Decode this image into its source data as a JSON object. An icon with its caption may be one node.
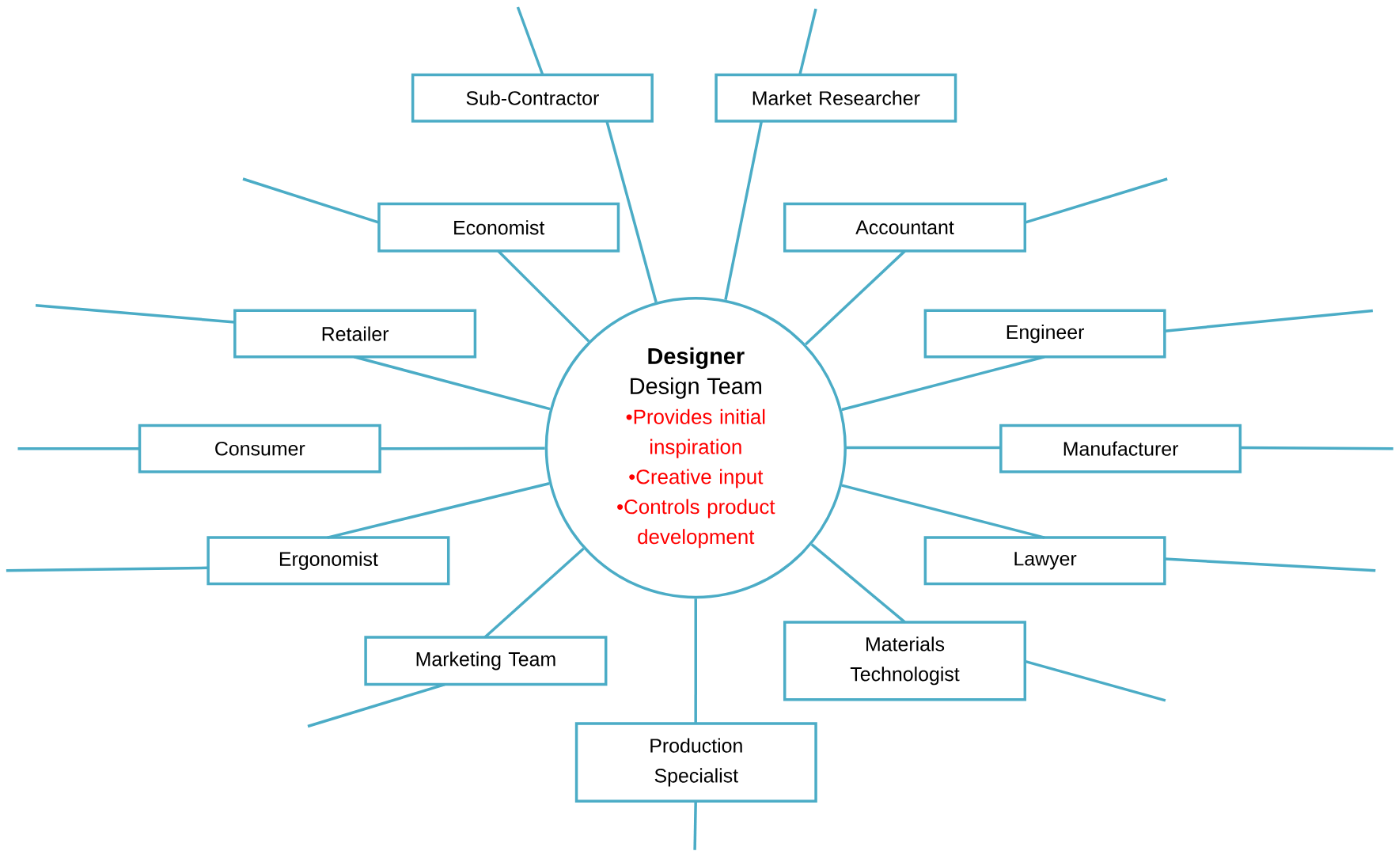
{
  "diagram": {
    "nodes": [
      {
        "text": [
          "Designer",
          "Design Team",
          "•Provides initial inspiration",
          "•Creative input",
          "•Controls product development"
        ]
      },
      {
        "text": [
          "Sub-Contractor"
        ]
      },
      {
        "text": [
          "Market Researcher"
        ]
      },
      {
        "text": [
          "Economist"
        ]
      },
      {
        "text": [
          "Accountant"
        ]
      },
      {
        "text": [
          "Retailer"
        ]
      },
      {
        "text": [
          "Engineer"
        ]
      },
      {
        "text": [
          "Consumer"
        ]
      },
      {
        "text": [
          "Manufacturer"
        ]
      },
      {
        "text": [
          "Ergonomist"
        ]
      },
      {
        "text": [
          "Lawyer"
        ]
      },
      {
        "text": [
          "Marketing Team"
        ]
      },
      {
        "text": [
          "Materials Technologist"
        ]
      },
      {
        "text": [
          "Production Specialist"
        ]
      }
    ],
    "edges": [
      {
        "from": 0,
        "to": 1,
        "arrow": "none"
      },
      {
        "from": 0,
        "to": 2,
        "arrow": "none"
      },
      {
        "from": 0,
        "to": 3,
        "arrow": "none"
      },
      {
        "from": 0,
        "to": 4,
        "arrow": "none"
      },
      {
        "from": 0,
        "to": 5,
        "arrow": "none"
      },
      {
        "from": 0,
        "to": 6,
        "arrow": "none"
      },
      {
        "from": 0,
        "to": 7,
        "arrow": "none"
      },
      {
        "from": 0,
        "to": 8,
        "arrow": "none"
      },
      {
        "from": 0,
        "to": 9,
        "arrow": "none"
      },
      {
        "from": 0,
        "to": 10,
        "arrow": "none"
      },
      {
        "from": 0,
        "to": 11,
        "arrow": "none"
      },
      {
        "from": 0,
        "to": 12,
        "arrow": "none"
      },
      {
        "from": 0,
        "to": 13,
        "arrow": "none"
      },
      {
        "from": 1,
        "to": null,
        "arrow": "none"
      },
      {
        "from": 2,
        "to": null,
        "arrow": "none"
      },
      {
        "from": 3,
        "to": null,
        "arrow": "none"
      },
      {
        "from": 4,
        "to": null,
        "arrow": "none"
      },
      {
        "from": 5,
        "to": null,
        "arrow": "none"
      },
      {
        "from": 6,
        "to": null,
        "arrow": "none"
      },
      {
        "from": 7,
        "to": null,
        "arrow": "none"
      },
      {
        "from": 8,
        "to": null,
        "arrow": "none"
      },
      {
        "from": 9,
        "to": null,
        "arrow": "none"
      },
      {
        "from": 10,
        "to": null,
        "arrow": "none"
      },
      {
        "from": 11,
        "to": null,
        "arrow": "none"
      },
      {
        "from": 12,
        "to": null,
        "arrow": "none"
      },
      {
        "from": 13,
        "to": null,
        "arrow": "none"
      }
    ]
  }
}
